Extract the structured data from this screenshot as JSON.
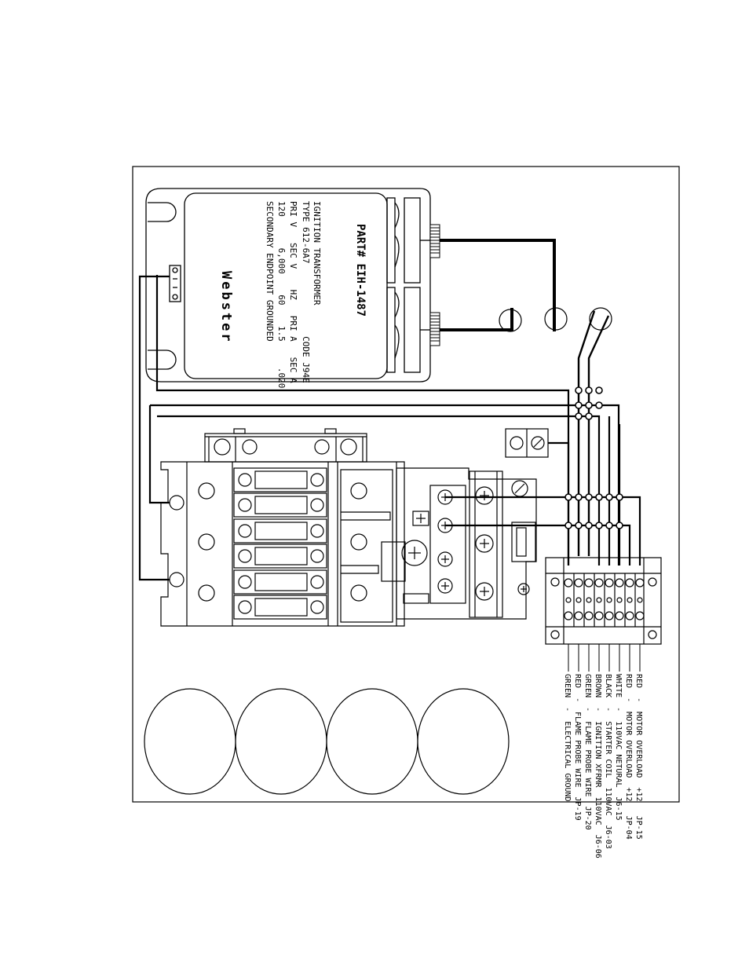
{
  "transformer": {
    "part_number": "PART# EIH-1487",
    "lines": [
      "IGNITION TRANSFORMER",
      "TYPE 612-6A7              CODE J94E",
      "PRI V   SEC V    HZ   PRI A   SEC A",
      "120      6,000    60    1.5     .020",
      "SECONDARY ENDPOINT GROUNDED"
    ],
    "brand": "Webster"
  },
  "wire_labels": [
    "RED  -  MOTOR OVERLOAD  +12   JP-15",
    "RED  -  MOTOR OVERLOAD  +12   JP-04",
    "WHITE  -  110VAC NETURAL  J6-15",
    "BLACK  -  STARTER COIL  110VAC  J6-03",
    "BROWN  -  IGNITION XFRMR  110VAC  J6-06",
    "GREEN  -  FLAME PROBE WIRE  JP-20",
    "RED  -  FLAME PROBE WIRE  JP-19",
    "GREEN  -  ELECTRICAL GROUND"
  ],
  "colors": {
    "line": "#000000",
    "background": "#ffffff"
  }
}
